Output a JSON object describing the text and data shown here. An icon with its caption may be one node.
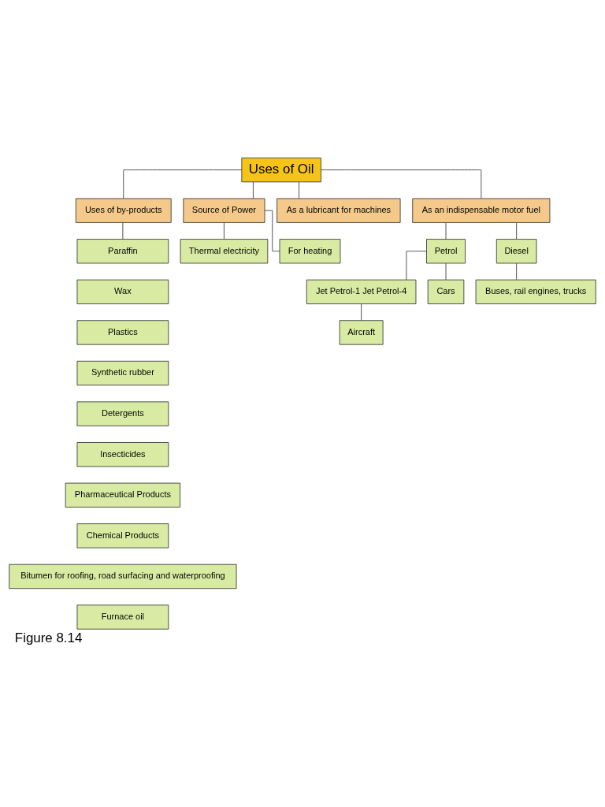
{
  "diagram": {
    "caption": "Figure 8.14",
    "nodes": [
      {
        "text": [
          "Uses of Oil"
        ]
      },
      {
        "text": [
          "Uses of by-products"
        ]
      },
      {
        "text": [
          "Source of Power"
        ]
      },
      {
        "text": [
          "As a lubricant for machines"
        ]
      },
      {
        "text": [
          "As an indispensable motor fuel"
        ]
      },
      {
        "text": [
          "Paraffin"
        ]
      },
      {
        "text": [
          "Wax"
        ]
      },
      {
        "text": [
          "Plastics"
        ]
      },
      {
        "text": [
          "Synthetic rubber"
        ]
      },
      {
        "text": [
          "Detergents"
        ]
      },
      {
        "text": [
          "Insecticides"
        ]
      },
      {
        "text": [
          "Pharmaceutical Products"
        ]
      },
      {
        "text": [
          "Chemical Products"
        ]
      },
      {
        "text": [
          "Bitumen for roofing, road surfacing and waterproofing"
        ]
      },
      {
        "text": [
          "Furnace oil"
        ]
      },
      {
        "text": [
          "Thermal electricity"
        ]
      },
      {
        "text": [
          "For heating"
        ]
      },
      {
        "text": [
          "Petrol"
        ]
      },
      {
        "text": [
          "Diesel"
        ]
      },
      {
        "text": [
          "Jet Petrol-1 Jet Petrol-4"
        ]
      },
      {
        "text": [
          "Cars"
        ]
      },
      {
        "text": [
          "Aircraft"
        ]
      },
      {
        "text": [
          "Buses, rail engines, trucks"
        ]
      }
    ],
    "edges": [
      {
        "from": 0,
        "to": 1,
        "arrow": "none"
      },
      {
        "from": 0,
        "to": 2,
        "arrow": "none"
      },
      {
        "from": 0,
        "to": 3,
        "arrow": "none"
      },
      {
        "from": 0,
        "to": 4,
        "arrow": "none"
      },
      {
        "from": 1,
        "to": 5,
        "arrow": "none"
      },
      {
        "from": 2,
        "to": 15,
        "arrow": "none"
      },
      {
        "from": 2,
        "to": 16,
        "arrow": "none"
      },
      {
        "from": 4,
        "to": 17,
        "arrow": "none"
      },
      {
        "from": 4,
        "to": 18,
        "arrow": "none"
      },
      {
        "from": 17,
        "to": 19,
        "arrow": "none"
      },
      {
        "from": 17,
        "to": 20,
        "arrow": "none"
      },
      {
        "from": 19,
        "to": 21,
        "arrow": "none"
      },
      {
        "from": 18,
        "to": 22,
        "arrow": "none"
      }
    ]
  }
}
